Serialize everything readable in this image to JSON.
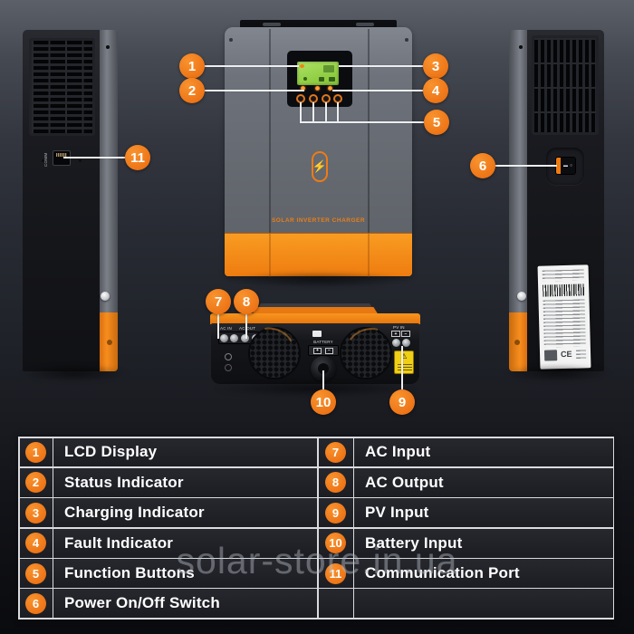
{
  "watermark": {
    "text": "solar-store.in.ua"
  },
  "device": {
    "brand": "SOLAR INVERTER CHARGER",
    "comm_port": "COMM",
    "battery": "BATTERY",
    "plus": "+",
    "minus": "−",
    "ac_in": "AC IN",
    "ac_out": "AC OUT",
    "pv_in": "PV IN",
    "warning_icon": "⚠",
    "lightning_icon": "⚡",
    "ce_mark": "CE"
  },
  "callouts": {
    "c1": "1",
    "c2": "2",
    "c3": "3",
    "c4": "4",
    "c5": "5",
    "c6": "6",
    "c7": "7",
    "c8": "8",
    "c9": "9",
    "c10": "10",
    "c11": "11"
  },
  "legend": {
    "left": [
      {
        "num": "1",
        "label": "LCD Display"
      },
      {
        "num": "2",
        "label": "Status Indicator"
      },
      {
        "num": "3",
        "label": "Charging Indicator"
      },
      {
        "num": "4",
        "label": "Fault Indicator"
      },
      {
        "num": "5",
        "label": "Function Buttons"
      },
      {
        "num": "6",
        "label": "Power On/Off Switch"
      }
    ],
    "right": [
      {
        "num": "7",
        "label": "AC Input"
      },
      {
        "num": "8",
        "label": "AC Output"
      },
      {
        "num": "9",
        "label": "PV Input"
      },
      {
        "num": "10",
        "label": "Battery Input"
      },
      {
        "num": "11",
        "label": "Communication Port"
      },
      {
        "num": "",
        "label": ""
      }
    ]
  },
  "colors": {
    "accent_orange": "#ee7517",
    "lcd_green": "#93cf45",
    "warning_yellow": "#f0cf15",
    "table_border": "#d9dbde"
  }
}
